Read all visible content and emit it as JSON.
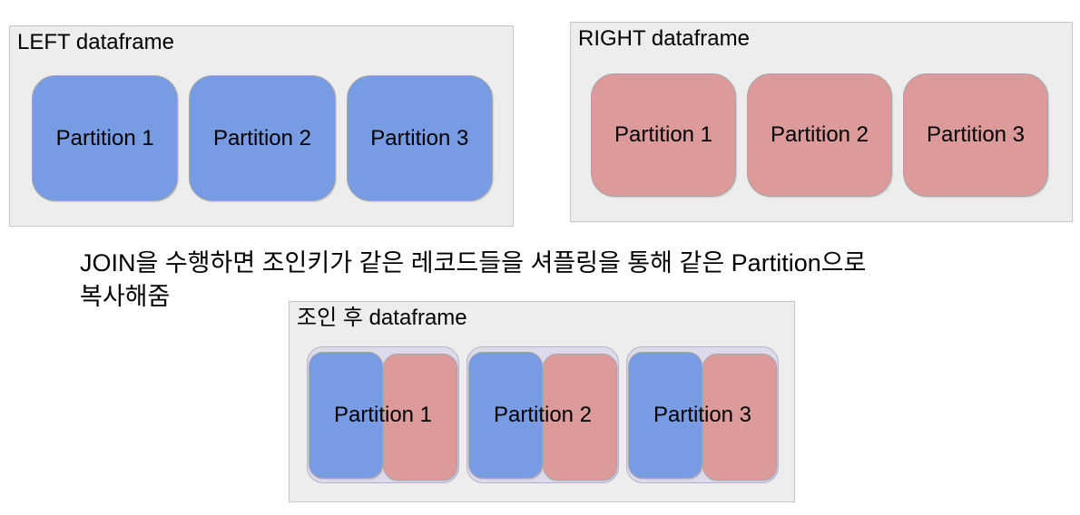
{
  "frames": {
    "left": {
      "title": "LEFT dataframe",
      "partitions": [
        "Partition 1",
        "Partition 2",
        "Partition 3"
      ]
    },
    "right": {
      "title": "RIGHT dataframe",
      "partitions": [
        "Partition 1",
        "Partition 2",
        "Partition 3"
      ]
    },
    "joined": {
      "title": "조인 후 dataframe",
      "partitions": [
        "Partition 1",
        "Partition 2",
        "Partition 3"
      ]
    }
  },
  "note": {
    "line1": "JOIN을 수행하면 조인키가 같은 레코드들을 셔플링을 통해 같은 Partition으로",
    "line2": "복사해줌"
  },
  "colors": {
    "left_partition_fill": "#789ce3",
    "right_partition_fill": "#dd9a9a",
    "frame_background": "#ededed",
    "frame_border": "#c6c6c6",
    "joined_pair_background": "#dcdaeb",
    "text": "#000000"
  }
}
